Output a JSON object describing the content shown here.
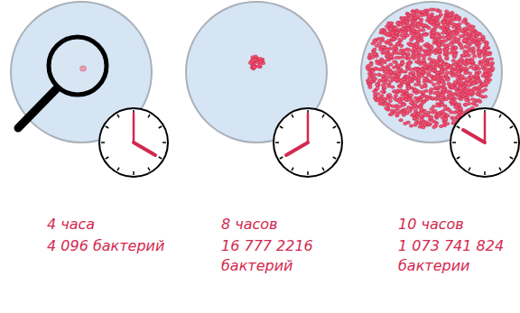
{
  "diagram": {
    "labels": [
      "4 часа",
      "4 096 бактерий",
      "8 часов",
      "16 777 2216 бактерий",
      "10 часов",
      "1 073 741 824 бактерии"
    ]
  }
}
